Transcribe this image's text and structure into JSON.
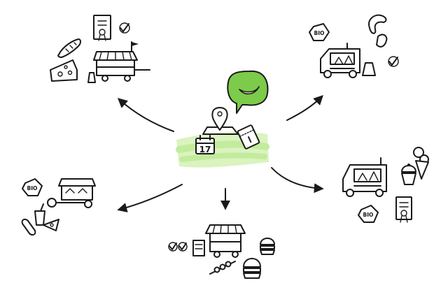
{
  "colors": {
    "ink": "#1a1a1a",
    "accent_green": "#7ccb4a",
    "highlight_green": "#d6f2b8",
    "banana_yellow": "#f4f4cf"
  },
  "center": {
    "icons": [
      "map-pin-icon",
      "calendar-icon",
      "ticket-icon",
      "speech-bubble-icon",
      "banana-icon"
    ],
    "calendar_day": "17"
  },
  "badges": {
    "bio_label": "BIO"
  },
  "clusters": [
    {
      "name": "market-cart",
      "icons": [
        "certificate-icon",
        "checkmark-icon",
        "baguette-icon",
        "cheese-icon",
        "market-cart-icon",
        "sign-icon"
      ]
    },
    {
      "name": "food-truck-top",
      "icons": [
        "bio-badge-icon",
        "sausage-icon",
        "food-truck-icon",
        "sign-icon",
        "checkmark-icon"
      ]
    },
    {
      "name": "bike-stall",
      "icons": [
        "bio-badge-icon",
        "bike-stall-icon",
        "drink-cup-icon",
        "sausage-icon",
        "pizza-icon"
      ]
    },
    {
      "name": "market-stand-bottom",
      "icons": [
        "checkmark-icon",
        "checkmark-icon",
        "sign-icon",
        "market-stand-icon",
        "burger-icon",
        "skewer-icon",
        "burger-icon"
      ]
    },
    {
      "name": "icecream-truck",
      "icons": [
        "ice-cream-icon",
        "cupcake-icon",
        "food-truck-icon",
        "bio-badge-icon",
        "certificate-icon"
      ]
    }
  ],
  "arrows": [
    "arrow-to-top-left",
    "arrow-to-top-right",
    "arrow-to-left",
    "arrow-to-bottom",
    "arrow-to-right"
  ]
}
